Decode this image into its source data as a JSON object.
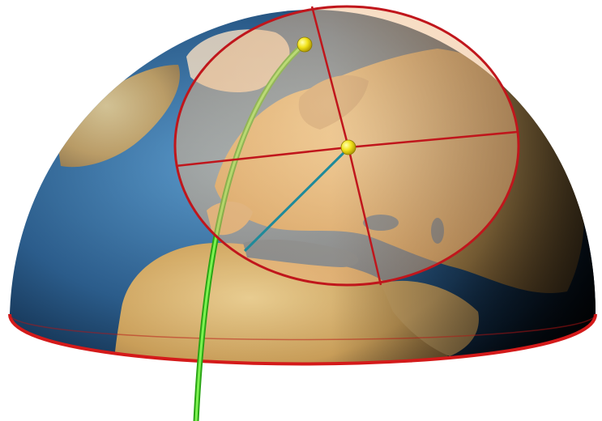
{
  "figure": {
    "subject": "globe-hemisphere-with-tangent-circle",
    "colors": {
      "background": "#ffffff",
      "ocean_light": "#3f7fb0",
      "ocean_dark": "#0b1f3a",
      "land_light": "#e6c27f",
      "land_mid": "#c99a52",
      "land_dark": "#8a6a3a",
      "equator_ring": "#d41a1a",
      "cap_fill": "#f6c79a",
      "cap_outline": "#c0161c",
      "cap_cross_lines": "#c0161c",
      "meridian_arc": "#3fcf1f",
      "radius_line": "#1f8a9a",
      "marker_point": "#f2e31a"
    },
    "markers": [
      {
        "name": "pole-point"
      },
      {
        "name": "center-point"
      }
    ]
  }
}
